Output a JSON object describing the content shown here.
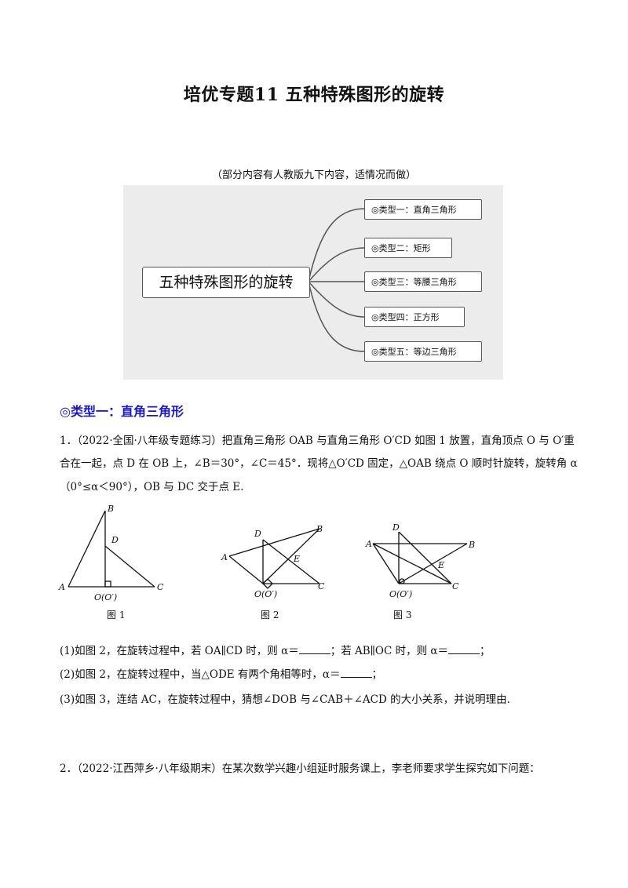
{
  "title": "培优专题11  五种特殊图形的旋转",
  "note": "（部分内容有人教版九下内容，适情况而做）",
  "mindmap": {
    "center": "五种特殊图形的旋转",
    "nodes": [
      "◎类型一：直角三角形",
      "◎类型二：矩形",
      "◎类型三：等腰三角形",
      "◎类型四：正方形",
      "◎类型五：等边三角形"
    ]
  },
  "section1": "◎类型一：直角三角形",
  "q1": {
    "line1": "1．（2022·全国·八年级专题练习）把直角三角形 OAB 与直角三角形 O′CD 如图 1 放置，直角顶点 O 与 O′重",
    "line2": "合在一起，点 D 在 OB 上，∠B＝30°，∠C＝45°．现将△O′CD 固定，△OAB 绕点 O 顺时针旋转，旋转角 α",
    "line3": "（0°≤α＜90°），OB 与 DC 交于点 E.",
    "sub1a": "(1)如图 2，在旋转过程中，若 OA∥CD 时，则 α＝",
    "sub1b": "；若 AB∥OC 时，则 α＝",
    "sub1c": "；",
    "sub2a": "(2)如图 2，在旋转过程中，当△ODE 有两个角相等时，α＝",
    "sub2b": "；",
    "sub3": "(3)如图 3，连结 AC，在旋转过程中，猜想∠DOB 与∠CAB＋∠ACD 的大小关系，并说明理由."
  },
  "figures": {
    "fig1": {
      "caption": "图 1",
      "labels": {
        "A": "A",
        "B": "B",
        "C": "C",
        "D": "D",
        "O": "O(O′)"
      }
    },
    "fig2": {
      "caption": "图 2",
      "labels": {
        "A": "A",
        "B": "B",
        "C": "C",
        "D": "D",
        "E": "E",
        "O": "O(O′)"
      }
    },
    "fig3": {
      "caption": "图 3",
      "labels": {
        "A": "A",
        "B": "B",
        "C": "C",
        "D": "D",
        "E": "E",
        "O": "O(O′)"
      }
    }
  },
  "q2": "2．（2022·江西萍乡·八年级期末）在某次数学兴趣小组延时服务课上，李老师要求学生探究如下问题："
}
